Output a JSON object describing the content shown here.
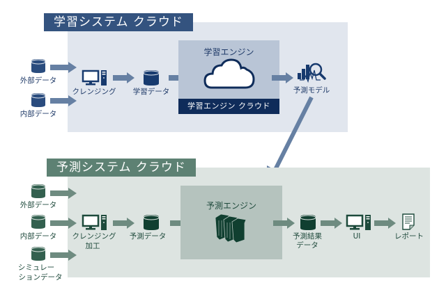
{
  "colors": {
    "top_tab": "#34537f",
    "top_panel": "#e1e6ee",
    "top_engine_box": "#b9c5d6",
    "top_engine_foot": "#0f2c5a",
    "top_icon": "#173a6e",
    "top_arrow": "#6680a3",
    "bottom_tab": "#5d8173",
    "bottom_panel": "#dde4e1",
    "bottom_engine_box": "#b5c3be",
    "bottom_icon": "#1d4a3b",
    "bottom_arrow": "#6e8b80"
  },
  "learning_system": {
    "title": "学習システム クラウド",
    "sources": [
      {
        "icon": "database-icon",
        "label": "外部データ"
      },
      {
        "icon": "database-icon",
        "label": "内部データ"
      }
    ],
    "cleansing": {
      "icon": "computer-icon",
      "label": "クレンジング"
    },
    "learning_data": {
      "icon": "database-icon",
      "label": "学習データ"
    },
    "engine": {
      "title": "学習エンジン",
      "icon": "cloud-icon",
      "footer": "学習エンジン クラウド"
    },
    "model": {
      "icon": "analytics-icon",
      "label": "予測モデル"
    }
  },
  "prediction_system": {
    "title": "予測システム クラウド",
    "sources": [
      {
        "icon": "database-icon",
        "label": "外部データ"
      },
      {
        "icon": "database-icon",
        "label": "内部データ"
      },
      {
        "icon": "database-icon",
        "label_line1": "シミュレー",
        "label_line2": "ションデータ"
      }
    ],
    "cleansing": {
      "icon": "computer-icon",
      "label_line1": "クレンジング",
      "label_line2": "加工"
    },
    "prediction_data": {
      "icon": "database-icon",
      "label": "予測データ"
    },
    "engine": {
      "title": "予測エンジン",
      "icon": "server-rack-icon"
    },
    "result": {
      "icon": "database-icon",
      "label_line1": "予測結果",
      "label_line2": "データ"
    },
    "ui": {
      "icon": "computer-icon",
      "label": "UI"
    },
    "report": {
      "icon": "report-document-icon",
      "label": "レポート"
    }
  }
}
